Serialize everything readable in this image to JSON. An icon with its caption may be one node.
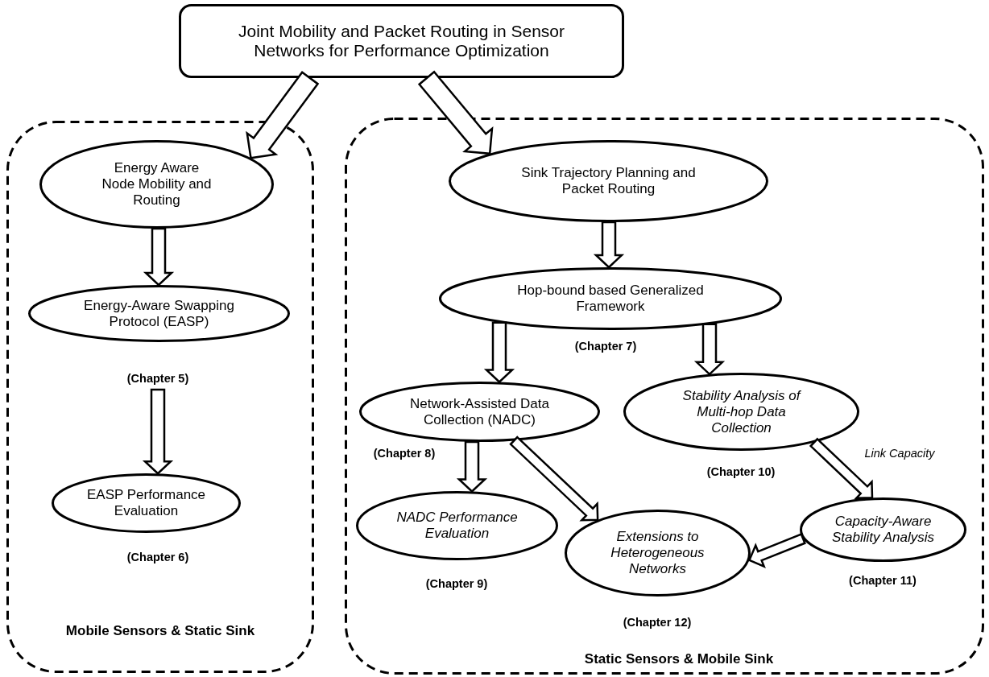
{
  "diagram": {
    "nodes": [
      {
        "text": [
          "Joint Mobility and Packet Routing in Sensor Networks for Performance Optimization"
        ]
      },
      {
        "text": [
          "Mobile Sensors & Static Sink"
        ]
      },
      {
        "text": [
          "Static Sensors & Mobile Sink"
        ]
      },
      {
        "text": [
          "Energy Aware Node Mobility and Routing"
        ],
        "in": 1
      },
      {
        "text": [
          "Energy-Aware Swapping Protocol (EASP)"
        ],
        "in": 1,
        "beside": [
          "(Chapter 5)"
        ]
      },
      {
        "text": [
          "EASP Performance Evaluation"
        ],
        "in": 1,
        "beside": [
          "(Chapter 6)"
        ]
      },
      {
        "text": [
          "Sink Trajectory Planning and Packet Routing"
        ],
        "in": 2
      },
      {
        "text": [
          "Hop-bound based Generalized Framework"
        ],
        "in": 2,
        "beside": [
          "(Chapter 7)"
        ]
      },
      {
        "text": [
          "Network-Assisted Data Collection (NADC)"
        ],
        "in": 2,
        "beside": [
          "(Chapter 8)"
        ]
      },
      {
        "text": [
          "Stability Analysis of Multi-hop Data Collection"
        ],
        "in": 2,
        "beside": [
          "(Chapter 10)"
        ]
      },
      {
        "text": [
          "NADC Performance Evaluation"
        ],
        "in": 2,
        "beside": [
          "(Chapter 9)"
        ]
      },
      {
        "text": [
          "Extensions to Heterogeneous Networks"
        ],
        "in": 2,
        "beside": [
          "(Chapter 12)"
        ]
      },
      {
        "text": [
          "Capacity-Aware Stability Analysis"
        ],
        "in": 2,
        "beside": [
          "(Chapter 11)"
        ]
      }
    ],
    "edges": [
      {
        "from": 0,
        "to": 3,
        "arrow": "to"
      },
      {
        "from": 0,
        "to": 6,
        "arrow": "to"
      },
      {
        "from": 3,
        "to": 4,
        "arrow": "to"
      },
      {
        "from": 4,
        "to": 5,
        "arrow": "to"
      },
      {
        "from": 6,
        "to": 7,
        "arrow": "to"
      },
      {
        "from": 7,
        "to": 8,
        "arrow": "to"
      },
      {
        "from": 7,
        "to": 9,
        "arrow": "to"
      },
      {
        "from": 8,
        "to": 10,
        "arrow": "to"
      },
      {
        "from": 8,
        "to": 11,
        "arrow": "to"
      },
      {
        "from": 9,
        "to": 12,
        "arrow": "to",
        "label": "Link Capacity"
      },
      {
        "from": 12,
        "to": 11,
        "arrow": "to"
      }
    ]
  }
}
